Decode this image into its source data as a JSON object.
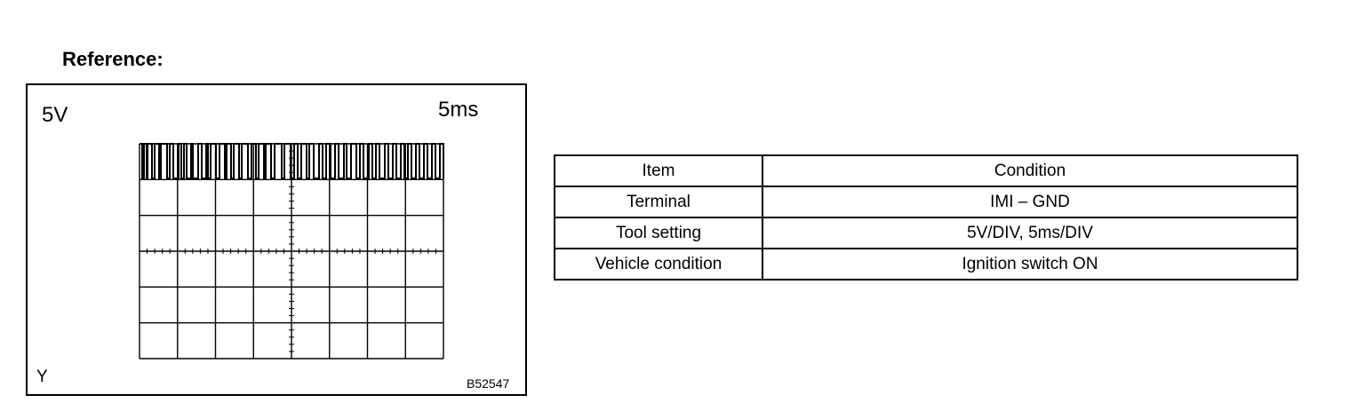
{
  "heading": "Reference:",
  "scope": {
    "volt_div": "5V",
    "time_div": "5ms",
    "corner_mark": "Y",
    "figure_code": "B52547",
    "grid": {
      "columns": 8,
      "rows": 6
    },
    "waveform": "digital pulse train near top of screen"
  },
  "table": {
    "headers": {
      "item": "Item",
      "condition": "Condition"
    },
    "rows": [
      {
        "item": "Terminal",
        "condition": "IMI – GND"
      },
      {
        "item": "Tool setting",
        "condition": "5V/DIV, 5ms/DIV"
      },
      {
        "item": "Vehicle condition",
        "condition": "Ignition switch ON"
      }
    ]
  }
}
